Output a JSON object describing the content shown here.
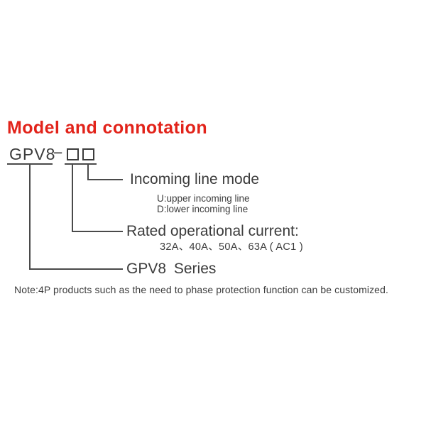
{
  "title": "Model and connotation",
  "model_code": {
    "prefix": "GPV8",
    "dash": "−",
    "placeholder_boxes": 2
  },
  "branches": [
    {
      "label": "Incoming line mode",
      "sublabels": [
        "U:upper incoming line",
        "D:lower incoming line"
      ]
    },
    {
      "label": "Rated operational current:",
      "sublabels": [
        "32A、40A、50A、63A ( AC1 )"
      ]
    },
    {
      "label": "GPV8 Series",
      "sublabels": []
    }
  ],
  "note": "Note:4P products such as the need to phase protection function can be customized.",
  "colors": {
    "title_red": "#e2231a",
    "text": "#3c3c3c",
    "line": "#4a4a4a",
    "background": "#ffffff"
  }
}
